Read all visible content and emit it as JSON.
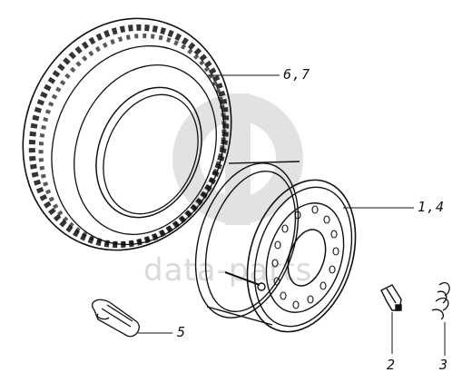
{
  "callouts": {
    "tire": "6,7",
    "wheel": "1,4",
    "patch": "5",
    "clamp": "2",
    "lock_ring": "3"
  },
  "watermark": {
    "text": "data-parts",
    "color": "#d9d9d9"
  },
  "colors": {
    "ink": "#111111",
    "background": "#ffffff",
    "watermark": "#d9d9d9"
  }
}
